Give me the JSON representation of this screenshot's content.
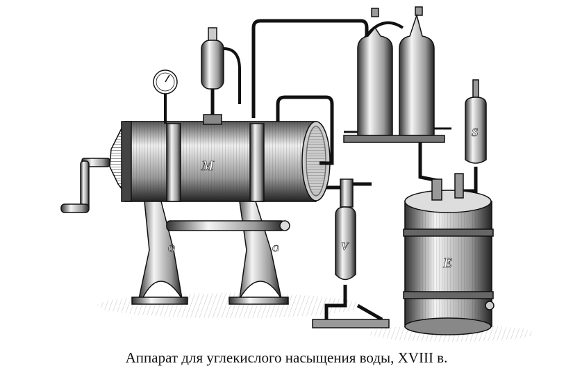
{
  "caption": "Аппарат для углекислого насыщения воды, XVIII в.",
  "labels": {
    "main_tank": "M",
    "vessel_v": "V",
    "vessel_s": "S",
    "barrel_e": "E",
    "wheel_left": "O",
    "wheel_right": "O"
  }
}
